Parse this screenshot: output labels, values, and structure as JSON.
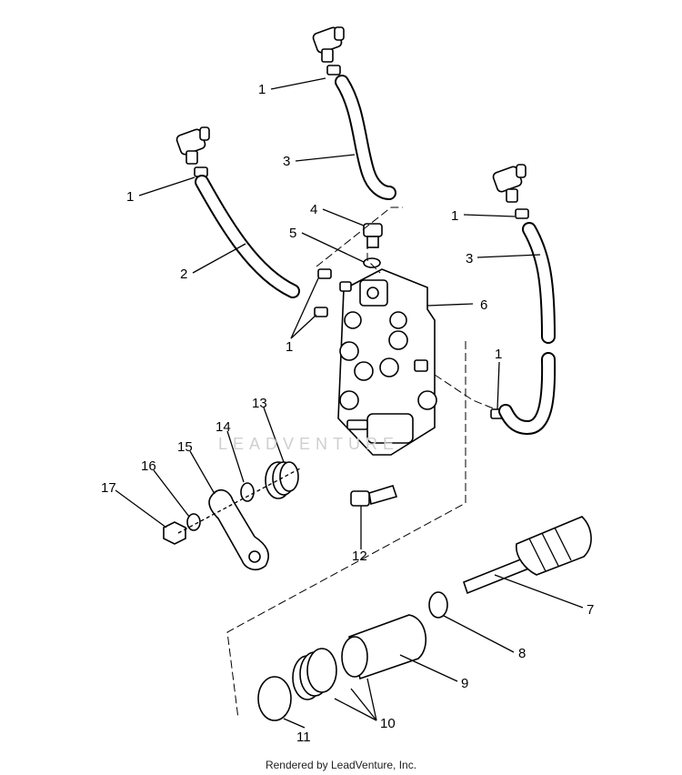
{
  "callouts": {
    "c1a": "1",
    "c1b": "1",
    "c1c": "1",
    "c1d": "1",
    "c1e": "1",
    "c2": "2",
    "c3a": "3",
    "c3b": "3",
    "c4": "4",
    "c5": "5",
    "c6": "6",
    "c7": "7",
    "c8": "8",
    "c9": "9",
    "c10": "10",
    "c11": "11",
    "c12": "12",
    "c13": "13",
    "c14": "14",
    "c15": "15",
    "c16": "16",
    "c17": "17"
  },
  "watermark": "LEADVENTURE",
  "footer": "Rendered by LeadVenture, Inc."
}
